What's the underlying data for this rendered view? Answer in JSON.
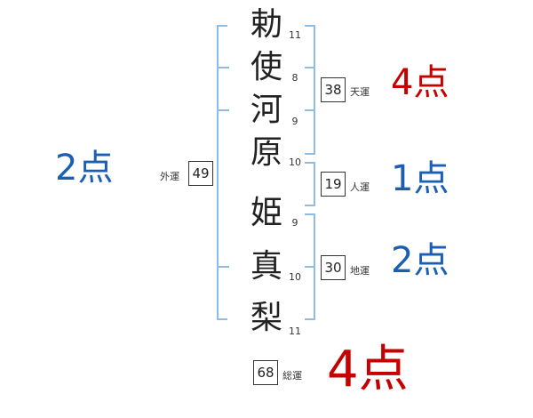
{
  "colors": {
    "good": "#c40000",
    "neutral": "#1a5fb4",
    "bracket": "#8fbce4"
  },
  "name": {
    "chars": [
      {
        "char": "勅",
        "strokes": "11"
      },
      {
        "char": "使",
        "strokes": "8"
      },
      {
        "char": "河",
        "strokes": "9"
      },
      {
        "char": "原",
        "strokes": "10"
      },
      {
        "char": "姫",
        "strokes": "9"
      },
      {
        "char": "真",
        "strokes": "10"
      },
      {
        "char": "梨",
        "strokes": "11"
      }
    ]
  },
  "fortunes": {
    "tenun": {
      "label": "天運",
      "value": "38",
      "score": "4点"
    },
    "jinun": {
      "label": "人運",
      "value": "19",
      "score": "1点"
    },
    "chiun": {
      "label": "地運",
      "value": "30",
      "score": "2点"
    },
    "gaiun": {
      "label": "外運",
      "value": "49",
      "score": "2点"
    },
    "soun": {
      "label": "総運",
      "value": "68",
      "score": "4点"
    }
  }
}
